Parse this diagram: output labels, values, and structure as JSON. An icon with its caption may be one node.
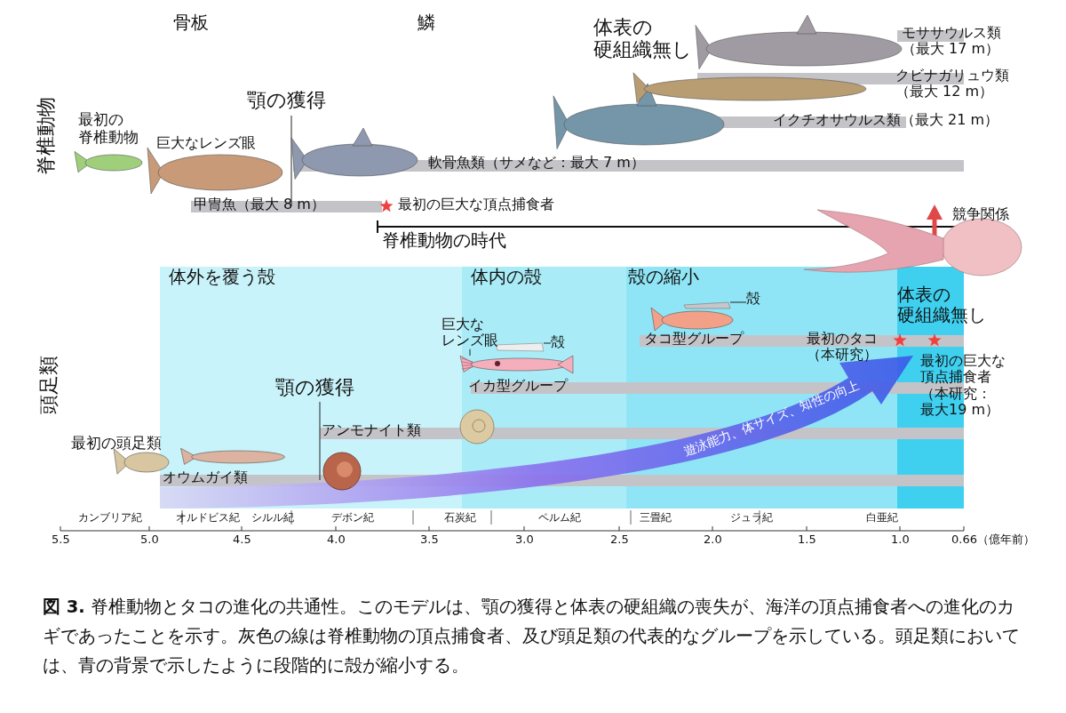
{
  "diagram": {
    "caption": "**図 3.** 脊椎動物とタコの進化の共通性。このモデルは、顎の獲得と体表の硬組織の喪失が、海洋の頂点捕食者への進化のカギであったことを示す。灰色の線は脊椎動物の頂点捕食者、及び頭足類の代表的なグループを示している。頭足類においては、青の背景で示したように段階的に殻が縮小する。",
    "nodes": [
      {
        "text": [
          "殻"
        ]
      },
      {
        "text": [
          "巨大なレンズ眼"
        ]
      },
      {
        "text": [
          "殻"
        ]
      },
      {
        "text": [],
        "shape": "picture"
      },
      {
        "text": [],
        "shape": "picture"
      },
      {
        "text": [],
        "shape": "picture"
      }
    ],
    "edges": [
      {
        "from": 0,
        "to": 3,
        "arrow": "none"
      },
      {
        "from": 1,
        "to": 4,
        "arrow": "none"
      },
      {
        "from": 2,
        "to": 5,
        "arrow": "none"
      }
    ],
    "labels": [
      "骨板",
      "鱗",
      "体表の硬組織無し",
      "モササウルス類（最大 17 m）",
      "脊椎動物",
      "顎の獲得",
      "最初の脊椎動物",
      "クビナガリュウ類（最大 12 m）",
      "巨大なレンズ眼",
      "イクチオサウルス類（最大 21 m）",
      "軟骨魚類（サメなど：最大 7 m）",
      "甲冑魚（最大 8 m）",
      "最初の巨大な頂点捕食者",
      "競争関係",
      "脊椎動物の時代",
      "体外を覆う殻",
      "体内の殻",
      "殻の縮小",
      "体表の硬組織無し",
      "タコ型グループ",
      "最初のタコ（本研究）",
      "頭足類",
      "イカ型グループ",
      "顎の獲得",
      "最初の巨大な頂点捕食者（本研究：最大19 m）",
      "アンモナイト類",
      "最初の頭足類",
      "オウムガイ類",
      "遊泳能力、体サイズ、知性の向上",
      "カンブリア紀",
      "オルドビス紀",
      "シルル紀",
      "デボン紀",
      "石炭紀",
      "ペルム紀",
      "三畳紀",
      "ジュラ紀",
      "白亜紀",
      "5.5",
      "5.0",
      "4.5",
      "4.0",
      "3.5",
      "3.0",
      "2.5",
      "2.0",
      "1.5",
      "1.0",
      "0.66",
      "（億年前）"
    ]
  }
}
